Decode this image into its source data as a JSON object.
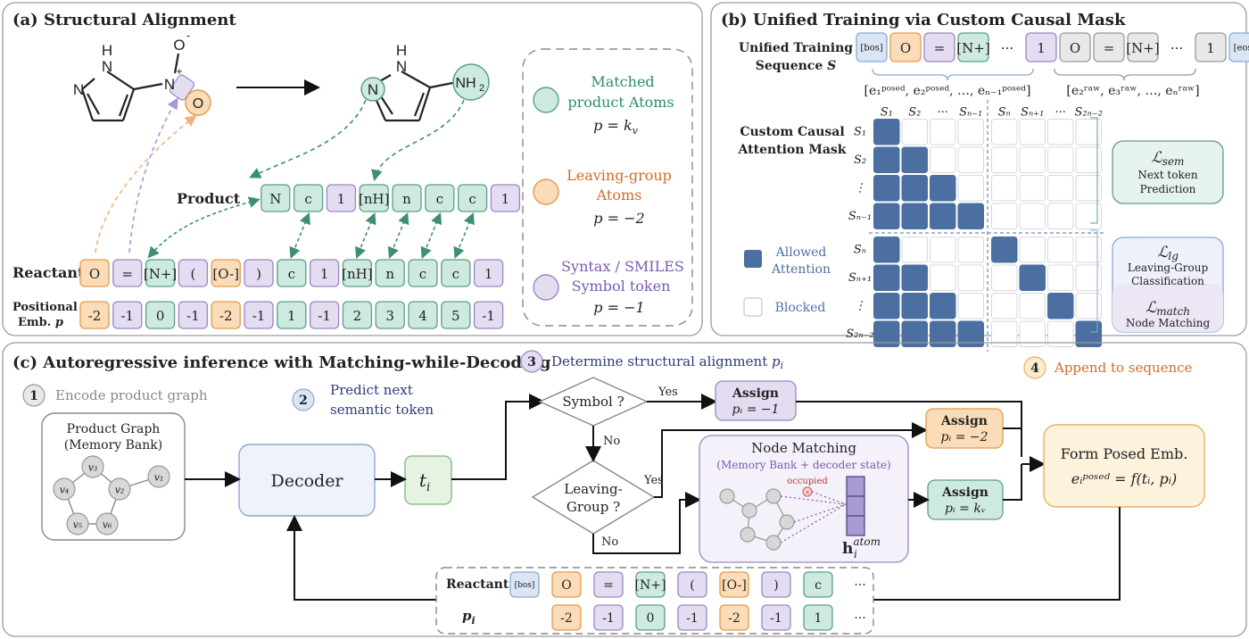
{
  "panel_a": {
    "title": "(a) Structural Alignment",
    "atom_labels": {
      "n_left": "N",
      "nh_left": "N",
      "h_left": "H",
      "n_plus": "N",
      "plus": "+",
      "o_top": "O",
      "minus": "-",
      "o_leaving": "O",
      "n_right": "N",
      "nh_right": "N",
      "h_right": "H",
      "nh2": "NH",
      "nh2_sub": "2"
    },
    "product_label": "Product",
    "reactant_label": "Reactant",
    "positional_label_1": "Positional",
    "positional_label_2": "Emb. ",
    "positional_label_p": "p",
    "product_tokens": [
      {
        "t": "N",
        "c": "g"
      },
      {
        "t": "c",
        "c": "g"
      },
      {
        "t": "1",
        "c": "p"
      },
      {
        "t": "[nH]",
        "c": "g"
      },
      {
        "t": "n",
        "c": "g"
      },
      {
        "t": "c",
        "c": "g"
      },
      {
        "t": "c",
        "c": "g"
      },
      {
        "t": "1",
        "c": "p"
      }
    ],
    "reactant_tokens": [
      {
        "t": "O",
        "c": "o"
      },
      {
        "t": "=",
        "c": "p"
      },
      {
        "t": "[N+]",
        "c": "g"
      },
      {
        "t": "(",
        "c": "p"
      },
      {
        "t": "[O-]",
        "c": "o"
      },
      {
        "t": ")",
        "c": "p"
      },
      {
        "t": "c",
        "c": "g"
      },
      {
        "t": "1",
        "c": "p"
      },
      {
        "t": "[nH]",
        "c": "g"
      },
      {
        "t": "n",
        "c": "g"
      },
      {
        "t": "c",
        "c": "g"
      },
      {
        "t": "c",
        "c": "g"
      },
      {
        "t": "1",
        "c": "p"
      }
    ],
    "positional_tokens": [
      {
        "t": "-2",
        "c": "o"
      },
      {
        "t": "-1",
        "c": "p"
      },
      {
        "t": "0",
        "c": "g"
      },
      {
        "t": "-1",
        "c": "p"
      },
      {
        "t": "-2",
        "c": "o"
      },
      {
        "t": "-1",
        "c": "p"
      },
      {
        "t": "1",
        "c": "g"
      },
      {
        "t": "-1",
        "c": "p"
      },
      {
        "t": "2",
        "c": "g"
      },
      {
        "t": "3",
        "c": "g"
      },
      {
        "t": "4",
        "c": "g"
      },
      {
        "t": "5",
        "c": "g"
      },
      {
        "t": "-1",
        "c": "p"
      }
    ],
    "legend": {
      "matched_1": "Matched",
      "matched_2": "product Atoms",
      "matched_eq": "p = k",
      "matched_sub": "v",
      "leaving_1": "Leaving-group",
      "leaving_2": "Atoms",
      "leaving_eq": "p = −2",
      "syntax_1": "Syntax / SMILES",
      "syntax_2": "Symbol token",
      "syntax_eq": "p = −1"
    }
  },
  "panel_b": {
    "title": "(b) Unified Training via Custom Causal Mask",
    "seq_label_1": "Unified Training",
    "seq_label_2": "Sequence ",
    "seq_label_s": "S",
    "seq_tokens": [
      {
        "t": "[bos]",
        "c": "b",
        "small": true
      },
      {
        "t": "O",
        "c": "o"
      },
      {
        "t": "=",
        "c": "p"
      },
      {
        "t": "[N+]",
        "c": "g"
      },
      {
        "t": "···",
        "c": "n"
      },
      {
        "t": "1",
        "c": "p"
      },
      {
        "t": "O",
        "c": "gr"
      },
      {
        "t": "=",
        "c": "gr"
      },
      {
        "t": "[N+]",
        "c": "gr"
      },
      {
        "t": "···",
        "c": "n"
      },
      {
        "t": "1",
        "c": "gr"
      },
      {
        "t": "[eos]",
        "c": "b",
        "small": true
      }
    ],
    "posed_text": "[e₁ᵖᵒˢᵉᵈ, e₂ᵖᵒˢᵉᵈ, …, eₙ₋₁ᵖᵒˢᵉᵈ]",
    "raw_text": "[e₂ʳᵃʷ, e₃ʳᵃʷ, …, eₙʳᵃʷ]",
    "mask_label_1": "Custom Causal",
    "mask_label_2": "Attention Mask",
    "col_labels": [
      "S₁",
      "S₂",
      "···",
      "Sₙ₋₁",
      "Sₙ",
      "Sₙ₊₁",
      "···",
      "S₂ₙ₋₂"
    ],
    "row_labels": [
      "S₁",
      "S₂",
      "⋮",
      "Sₙ₋₁",
      "Sₙ",
      "Sₙ₊₁",
      "⋮",
      "S₂ₙ₋₂"
    ],
    "mask": [
      [
        1,
        0,
        0,
        0,
        0,
        0,
        0,
        0
      ],
      [
        1,
        1,
        0,
        0,
        0,
        0,
        0,
        0
      ],
      [
        1,
        1,
        1,
        0,
        0,
        0,
        0,
        0
      ],
      [
        1,
        1,
        1,
        1,
        0,
        0,
        0,
        0
      ],
      [
        1,
        0,
        0,
        0,
        1,
        0,
        0,
        0
      ],
      [
        1,
        1,
        0,
        0,
        0,
        1,
        0,
        0
      ],
      [
        1,
        1,
        1,
        0,
        0,
        0,
        1,
        0
      ],
      [
        1,
        1,
        1,
        1,
        0,
        0,
        0,
        1
      ]
    ],
    "allowed_1": "Allowed",
    "allowed_2": "Attention",
    "blocked": "Blocked",
    "sem_sym": "ℒ",
    "sem_sub": "sem",
    "sem_1": "Next token",
    "sem_2": "Prediction",
    "lg_sym": "ℒ",
    "lg_sub": "lg",
    "lg_1": "Leaving-Group",
    "lg_2": "Classification",
    "match_sym": "ℒ",
    "match_sub": "match",
    "match_1": "Node Matching"
  },
  "panel_c": {
    "title": "(c) Autoregressive inference with Matching-while-Decoding",
    "step1_num": "1",
    "step1": "Encode product graph",
    "step2_num": "2",
    "step2_1": "Predict next",
    "step2_2": "semantic token",
    "step3_num": "3",
    "step3": "Determine structural alignment ",
    "step3_p": "p",
    "step3_sub": "i",
    "step4_num": "4",
    "step4": "Append to sequence",
    "graph_1": "Product Graph",
    "graph_2": "(Memory Bank)",
    "nodes": [
      "v₁",
      "v₂",
      "v₃",
      "v₄",
      "v₅",
      "v₆"
    ],
    "decoder": "Decoder",
    "ti": "t",
    "ti_sub": "i",
    "symbol_q": "Symbol ?",
    "leaving_q_1": "Leaving-",
    "leaving_q_2": "Group ?",
    "yes": "Yes",
    "no": "No",
    "assign": "Assign",
    "assign_p1": "pᵢ = −1",
    "assign_p2": "pᵢ = −2",
    "assign_pk": "pᵢ = kᵥ",
    "node_matching_1": "Node Matching",
    "node_matching_2": "(Memory Bank + decoder state)",
    "occupied": "occupied",
    "h_atom": "h",
    "h_sup": "atom",
    "h_sub": "i",
    "form_1": "Form Posed Emb.",
    "form_2": "eᵢᵖᵒˢᵉᵈ = f(tᵢ, pᵢ)",
    "reactant": "Reactant",
    "pi": "p",
    "pi_sub": "i",
    "seq_tokens": [
      {
        "t": "[bos]",
        "c": "b",
        "small": true
      },
      {
        "t": "O",
        "c": "o"
      },
      {
        "t": "=",
        "c": "p"
      },
      {
        "t": "[N+]",
        "c": "g"
      },
      {
        "t": "(",
        "c": "p"
      },
      {
        "t": "[O-]",
        "c": "o"
      },
      {
        "t": ")",
        "c": "p"
      },
      {
        "t": "c",
        "c": "g"
      },
      {
        "t": "···",
        "c": "n"
      }
    ],
    "pos_tokens": [
      {
        "t": "-2",
        "c": "o"
      },
      {
        "t": "-1",
        "c": "p"
      },
      {
        "t": "0",
        "c": "g"
      },
      {
        "t": "-1",
        "c": "p"
      },
      {
        "t": "-2",
        "c": "o"
      },
      {
        "t": "-1",
        "c": "p"
      },
      {
        "t": "1",
        "c": "g"
      },
      {
        "t": "···",
        "c": "n"
      }
    ]
  },
  "colors": {
    "green_fill": "#cde9e0",
    "green_stroke": "#5aa08a",
    "orange_fill": "#fbdcb8",
    "orange_stroke": "#e39a4e",
    "purple_fill": "#e4dcf1",
    "purple_stroke": "#9b86c4",
    "blue_fill": "#dbe6f4",
    "blue_stroke": "#8aa9d4",
    "gray_fill": "#e8e8e8",
    "gray_stroke": "#9a9a9a",
    "mask_blue": "#4a6fa0",
    "green_text": "#2f8a6e",
    "orange_text": "#d36a26",
    "purple_text": "#7a5ab0",
    "navy_text": "#2d3a7a",
    "blue_text": "#4e6fa6"
  }
}
